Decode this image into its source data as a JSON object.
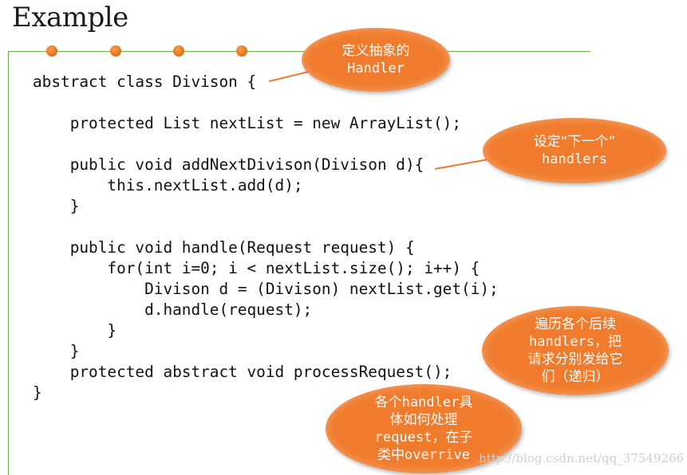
{
  "slide": {
    "title": "Example"
  },
  "code_lines": [
    "abstract class Divison {",
    "",
    "    protected List nextList = new ArrayList();",
    "",
    "    public void addNextDivison(Divison d){",
    "        this.nextList.add(d);",
    "    }",
    "",
    "    public void handle(Request request) {",
    "        for(int i=0; i < nextList.size(); i++) {",
    "            Divison d = (Divison) nextList.get(i);",
    "            d.handle(request);",
    "        }",
    "    }",
    "    protected abstract void processRequest();",
    "}"
  ],
  "callouts": {
    "abstract_handler": {
      "line1": "定义抽象的",
      "line2": "Handler"
    },
    "next_handlers": {
      "line1": "设定“下一个”",
      "line2": "handlers"
    },
    "iterate": {
      "line1": "遍历各个后续",
      "line2_mono": "handlers",
      "line2_rest": "，把",
      "line3": "请求分别发给它",
      "line4": "们（递归）"
    },
    "override": {
      "line1_pre": "各个",
      "line1_mono": "handler",
      "line1_post": "具",
      "line2": "体如何处理",
      "line3_mono": "request",
      "line3_rest": "，在子",
      "line4_pre": "类中",
      "line4_mono": "overrive"
    }
  },
  "watermark": "http://blog.csdn.net/qq_37549266",
  "colors": {
    "accent_orange": "#f07b2c",
    "frame_green": "#6ab04c"
  }
}
